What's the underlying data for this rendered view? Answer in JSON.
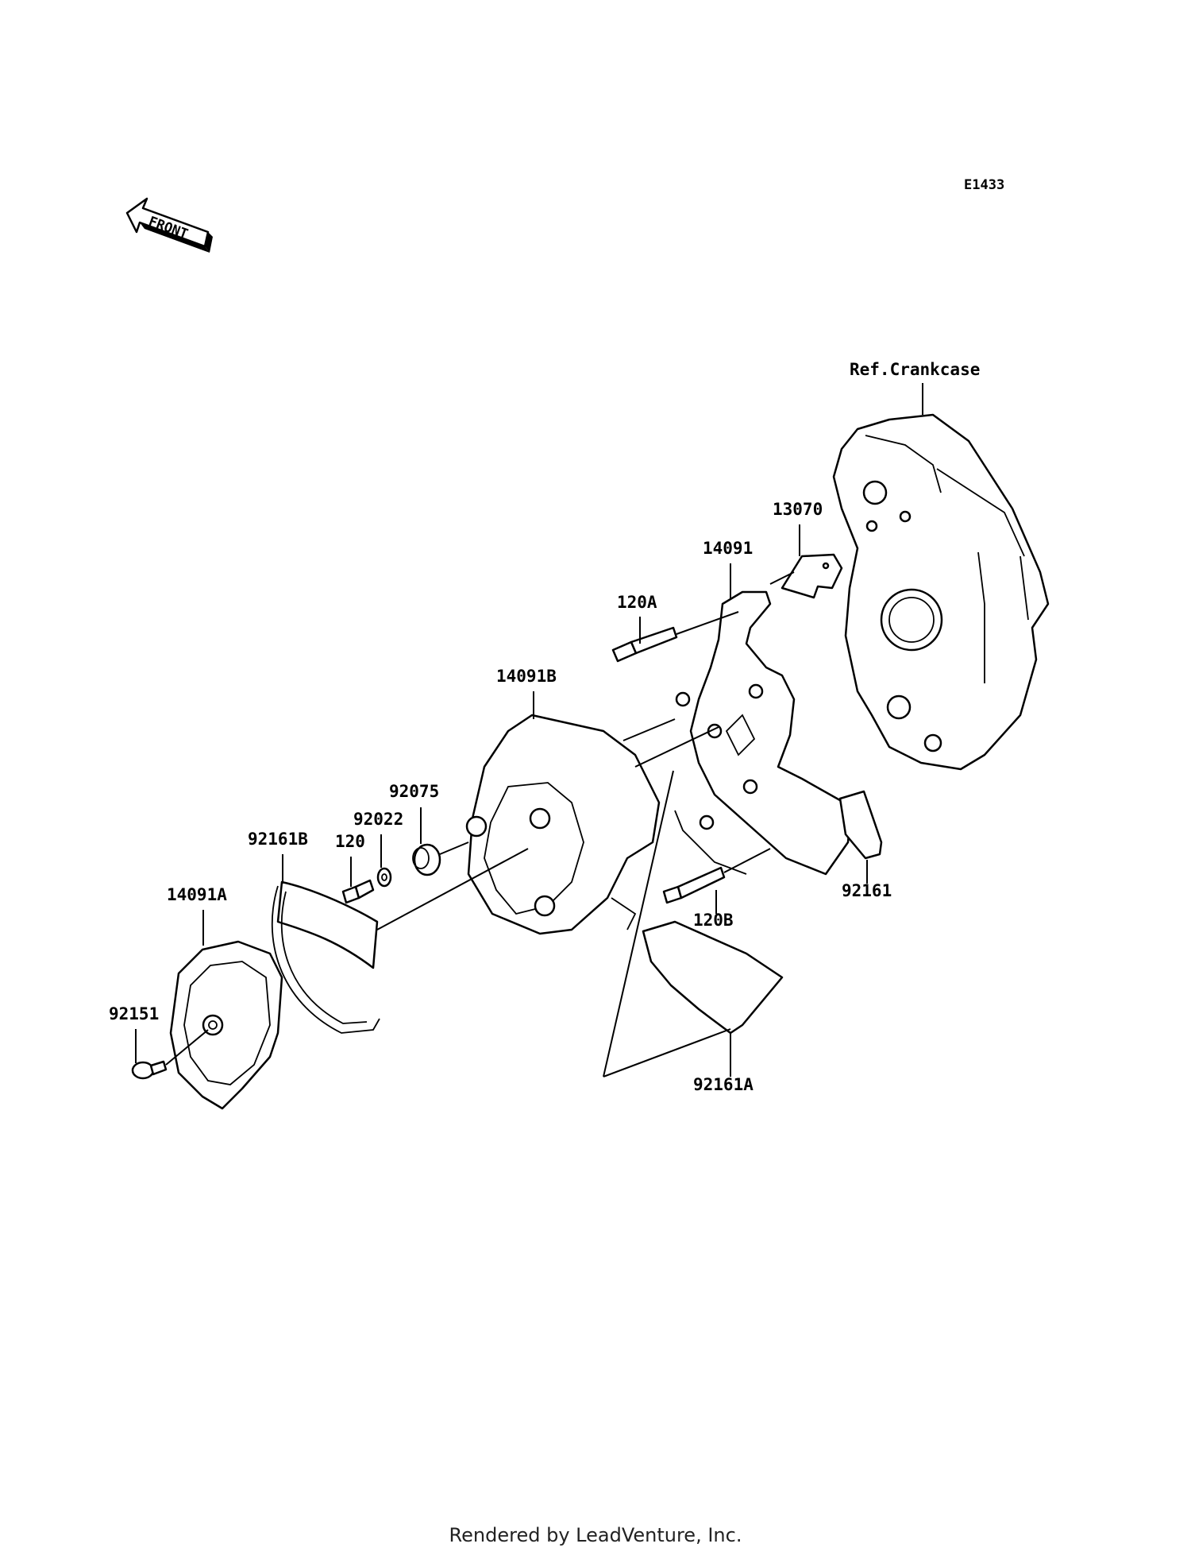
{
  "diagram": {
    "code": "E1433",
    "front_arrow_label": "FRONT",
    "ref_label": "Ref.Crankcase",
    "parts": [
      {
        "id": "13070",
        "label": "13070"
      },
      {
        "id": "14091",
        "label": "14091"
      },
      {
        "id": "120A",
        "label": "120A"
      },
      {
        "id": "14091B",
        "label": "14091B"
      },
      {
        "id": "92075",
        "label": "92075"
      },
      {
        "id": "92022",
        "label": "92022"
      },
      {
        "id": "120",
        "label": "120"
      },
      {
        "id": "92161B",
        "label": "92161B"
      },
      {
        "id": "14091A",
        "label": "14091A"
      },
      {
        "id": "92151",
        "label": "92151"
      },
      {
        "id": "92161",
        "label": "92161"
      },
      {
        "id": "120B",
        "label": "120B"
      },
      {
        "id": "92161A",
        "label": "92161A"
      }
    ]
  },
  "footer": {
    "text": "Rendered by LeadVenture, Inc."
  }
}
